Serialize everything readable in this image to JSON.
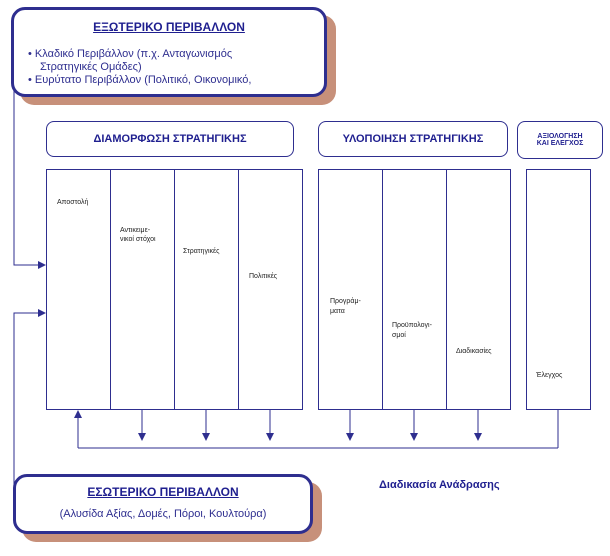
{
  "external_env": {
    "title": "ΕΞΩΤΕΡΙΚΟ ΠΕΡΙΒΑΛΛΟΝ",
    "item1_line1": "Κλαδικό Περιβάλλον (π.χ. Ανταγωνισμός",
    "item1_line2": "Στρατηγικές Ομάδες)",
    "item2": "Ευρύτατο Περιβάλλον (Πολιτικό, Οικονομικό,"
  },
  "internal_env": {
    "title": "ΕΣΩΤΕΡΙΚΟ ΠΕΡΙΒΑΛΛΟΝ",
    "subtitle": "(Αλυσίδα Αξίας, Δομές, Πόροι, Κουλτούρα)"
  },
  "phases": {
    "formulation": "ΔΙΑΜΟΡΦΩΣΗ ΣΤΡΑΤΗΓΙΚΗΣ",
    "implementation": "ΥΛΟΠΟΙΗΣΗ ΣΤΡΑΤΗΓΙΚΗΣ",
    "evaluation_line1": "ΑΞΙΟΛΟΓΗΣΗ",
    "evaluation_line2": "ΚΑΙ ΕΛΕΓΧΟΣ"
  },
  "steps": {
    "mission": "Αποστολή",
    "objectives_l1": "Αντικειμε-",
    "objectives_l2": "νικοί στόχοι",
    "strategies": "Στρατηγικές",
    "policies": "Πολιτικές",
    "programs_l1": "Προγράμ-",
    "programs_l2": "ματα",
    "budgets_l1": "Προϋπολογι-",
    "budgets_l2": "σμοί",
    "procedures": "Διαδικασίες",
    "control": "Έλεγχος"
  },
  "feedback_label": "Διαδικασία Ανάδρασης"
}
